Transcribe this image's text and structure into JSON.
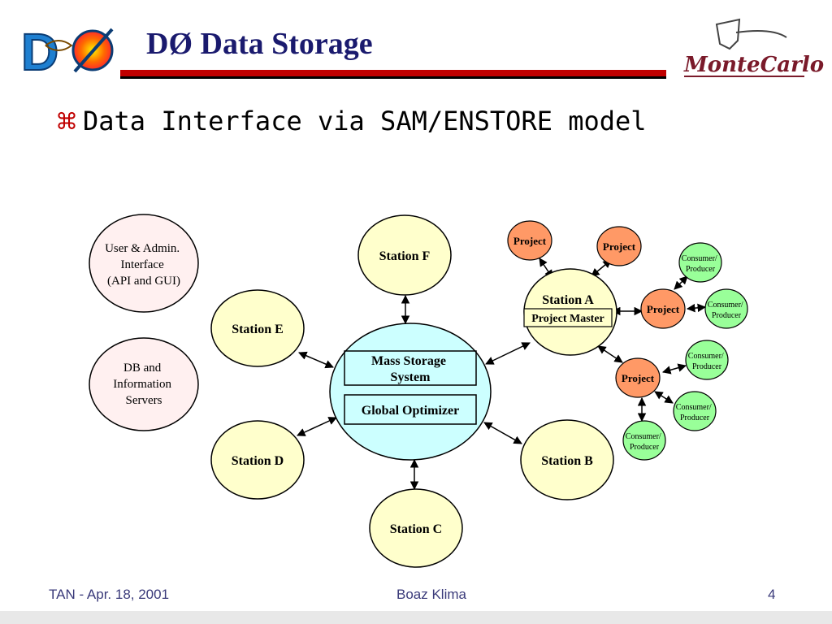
{
  "slide": {
    "title": "DØ Data Storage",
    "bullet": "Data Interface via SAM/ENSTORE model",
    "bullet_icon": "command-icon"
  },
  "logos": {
    "left": "DØ",
    "right": "MonteCarlo"
  },
  "diagram": {
    "user_admin": [
      "User & Admin.",
      "Interface",
      "(API  and  GUI)"
    ],
    "db_servers": [
      "DB and",
      "Information",
      "Servers"
    ],
    "station_f": "Station F",
    "station_e": "Station E",
    "station_d": "Station D",
    "station_c": "Station C",
    "station_b": "Station B",
    "station_a": "Station A",
    "project_master": "Project Master",
    "mass_storage": [
      "Mass Storage",
      "System"
    ],
    "global_optimizer": "Global Optimizer",
    "project_label": "Project",
    "consumer_label": [
      "Consumer/",
      "Producer"
    ]
  },
  "footer": {
    "left": "TAN - Apr. 18, 2001",
    "center": "Boaz Klima",
    "right": "4"
  },
  "colors": {
    "station_fill": "#ffffcc",
    "interface_fill": "#fff0f0",
    "mass_storage_fill": "#ccffff",
    "project_fill": "#ff9966",
    "consumer_fill": "#99ff99"
  }
}
